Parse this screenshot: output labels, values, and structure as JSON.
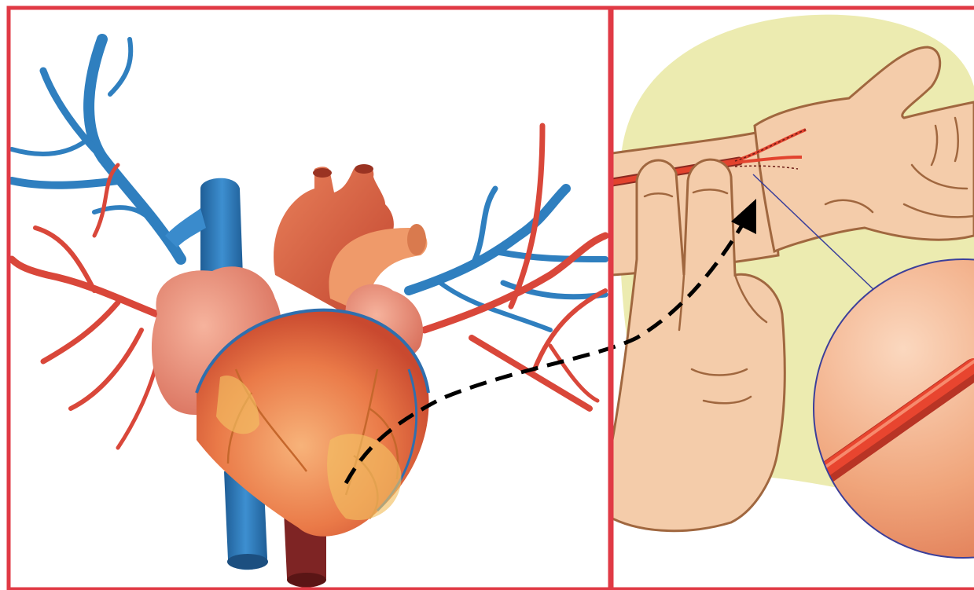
{
  "figure": {
    "left_panel": {
      "subject": "heart-illustration"
    },
    "right_panel": {
      "subject": "wrist-pulse-check-illustration"
    },
    "connector": {
      "style": "dashed",
      "direction": "heart-to-wrist"
    },
    "colors": {
      "frame": "#e03a45",
      "vein_blue": "#2f7fbf",
      "artery_red": "#d9473a",
      "heart_muscle": "#e8794f",
      "skin": "#f4ccaa",
      "skin_outline": "#a0673f",
      "highlight_blob": "#ecebb0",
      "dashed_arrow": "#000000",
      "magnifier_outline": "#3b3f9a"
    }
  }
}
